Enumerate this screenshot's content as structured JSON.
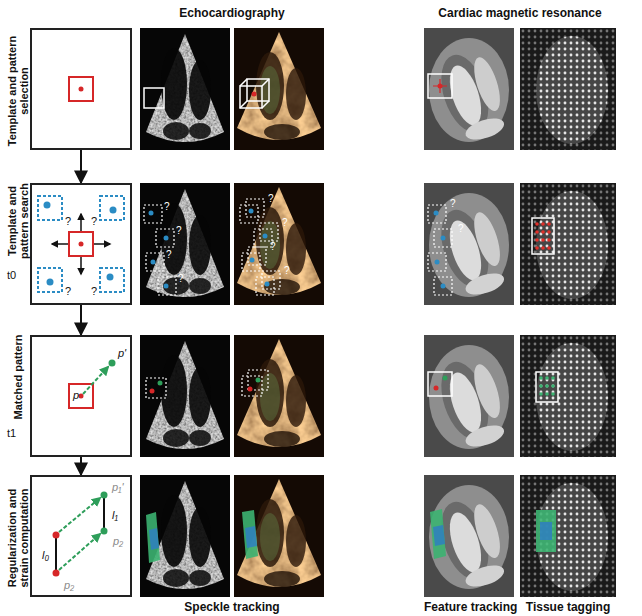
{
  "diagram": {
    "nodes": [
      {
        "text": [
          "Template and pattern selection"
        ]
      },
      {
        "text": [
          "Template and pattern search",
          "t0",
          "?",
          "?",
          "?",
          "?"
        ]
      },
      {
        "text": [
          "Matched pattern",
          "t1",
          "p",
          "p'"
        ]
      },
      {
        "text": [
          "Regularization and strain computation",
          "l₀",
          "l₁",
          "p₁'",
          "p₂",
          "p₂"
        ]
      }
    ],
    "edges": [
      {
        "from": 0,
        "to": 1,
        "arrow": "to"
      },
      {
        "from": 1,
        "to": 2,
        "arrow": "to"
      },
      {
        "from": 2,
        "to": 3,
        "arrow": "to"
      }
    ],
    "labels": [
      "Echocardiography",
      "Cardiac magnetic resonance",
      "?",
      "?",
      "?",
      "?",
      "?",
      "?",
      "?",
      "?",
      "?",
      "?",
      "Speckle tracking",
      "Feature tracking",
      "Tissue tagging"
    ]
  }
}
